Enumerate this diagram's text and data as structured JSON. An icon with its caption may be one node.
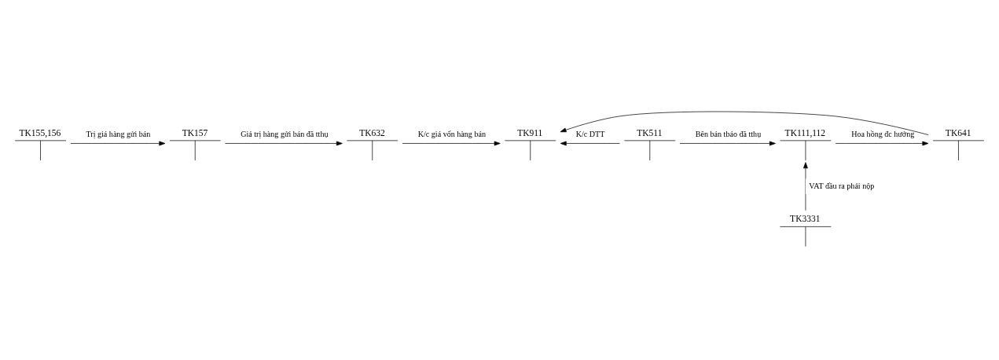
{
  "diagram": {
    "nodes": [
      {
        "text": [
          "TK155,156"
        ]
      },
      {
        "text": [
          "TK157"
        ]
      },
      {
        "text": [
          "TK632"
        ]
      },
      {
        "text": [
          "TK911"
        ]
      },
      {
        "text": [
          "TK511"
        ]
      },
      {
        "text": [
          "TK111,112"
        ]
      },
      {
        "text": [
          "TK641"
        ]
      },
      {
        "text": [
          "TK3331"
        ]
      }
    ],
    "edges": [
      {
        "from": 0,
        "to": 1,
        "arrow": "to",
        "label": "Trị giá hàng gửi bán"
      },
      {
        "from": 1,
        "to": 2,
        "arrow": "to",
        "label": "Giá trị hàng gửi bán đã tthụ"
      },
      {
        "from": 2,
        "to": 3,
        "arrow": "to",
        "label": "K/c giá vốn hàng bán"
      },
      {
        "from": 4,
        "to": 3,
        "arrow": "to",
        "label": "K/c DTT"
      },
      {
        "from": 4,
        "to": 5,
        "arrow": "to",
        "label": "Bên bán tbáo đã tthụ"
      },
      {
        "from": 5,
        "to": 6,
        "arrow": "to",
        "label": "Hoa hồng đc hưởng"
      },
      {
        "from": 7,
        "to": 5,
        "arrow": "to",
        "label": "VAT đầu ra phải nộp"
      },
      {
        "from": 6,
        "to": 3,
        "arrow": "to"
      }
    ]
  }
}
